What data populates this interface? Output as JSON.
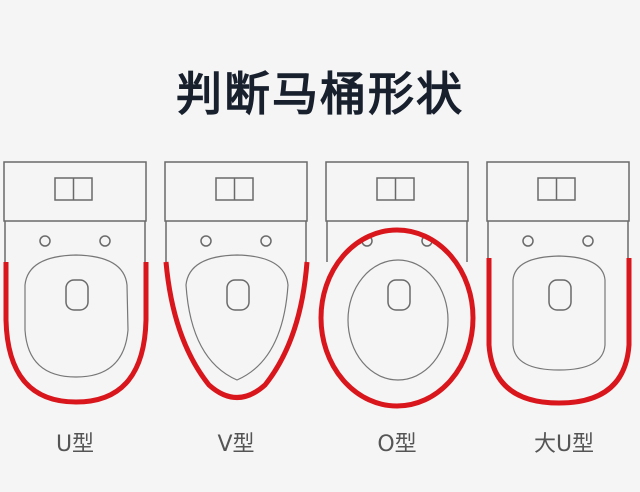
{
  "title": "判断马桶形状",
  "shapes": [
    {
      "label": "U型"
    },
    {
      "label": "V型"
    },
    {
      "label": "O型"
    },
    {
      "label": "大U型"
    }
  ],
  "colors": {
    "highlight": "#d8161c",
    "outline": "#666666",
    "title": "#18202e"
  }
}
